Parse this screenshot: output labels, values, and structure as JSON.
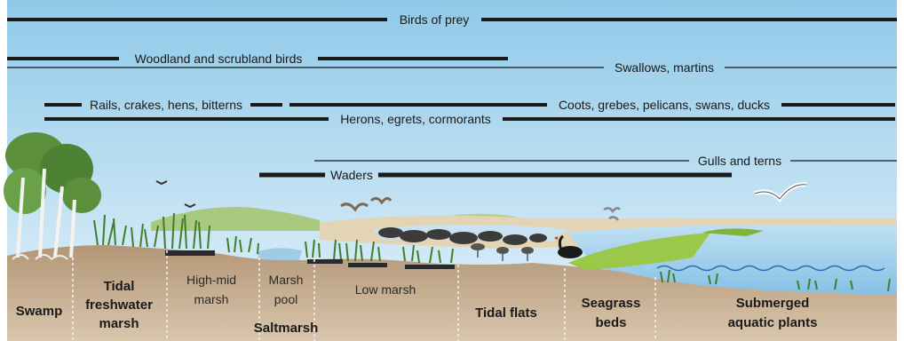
{
  "colors": {
    "sky_top": "#8fc9e8",
    "sky_bottom": "#e3f1fa",
    "ground": "#a98d72",
    "ground_light": "#c9b39b",
    "water": "#a9d4ee",
    "seagrass": "#8fbf3a",
    "bar": "#1a1a1a"
  },
  "bird_groups": [
    {
      "label": "Birds of prey"
    },
    {
      "label": "Woodland and scrubland birds"
    },
    {
      "label": "Swallows, martins"
    },
    {
      "label": "Rails, crakes, hens, bitterns"
    },
    {
      "label": "Coots, grebes, pelicans, swans, ducks"
    },
    {
      "label": "Herons, egrets, cormorants"
    },
    {
      "label": "Gulls and terns"
    },
    {
      "label": "Waders"
    }
  ],
  "zones": {
    "swamp": "Swamp",
    "tidal_fw_1": "Tidal",
    "tidal_fw_2": "freshwater",
    "tidal_fw_3": "marsh",
    "high_mid_1": "High-mid",
    "high_mid_2": "marsh",
    "marsh_pool_1": "Marsh",
    "marsh_pool_2": "pool",
    "low_marsh": "Low marsh",
    "saltmarsh": "Saltmarsh",
    "tidal_flats": "Tidal flats",
    "seagrass_1": "Seagrass",
    "seagrass_2": "beds",
    "submerged_1": "Submerged",
    "submerged_2": "aquatic plants"
  }
}
